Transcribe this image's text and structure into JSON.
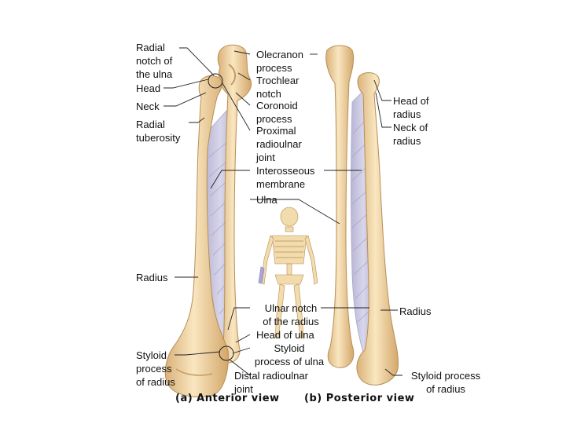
{
  "labels": {
    "radial_notch": "Radial\nnotch of\nthe ulna",
    "head": "Head",
    "neck": "Neck",
    "radial_tuberosity": "Radial\ntuberosity",
    "olecranon": "Olecranon\nprocess",
    "trochlear_notch": "Trochlear\nnotch",
    "coronoid": "Coronoid\nprocess",
    "proximal_ru_joint": "Proximal\nradioulnar\njoint",
    "interosseous": "Interosseous\nmembrane",
    "ulna": "Ulna",
    "head_of_radius": "Head of\nradius",
    "neck_of_radius": "Neck of\nradius",
    "radius_left": "Radius",
    "radius_right": "Radius",
    "ulnar_notch": "Ulnar notch\nof the radius",
    "head_of_ulna": "Head of ulna",
    "styloid_ulna": "Styloid\nprocess of ulna",
    "distal_ru_joint": "Distal radioulnar\njoint",
    "styloid_radius_left": "Styloid\nprocess\nof radius",
    "styloid_radius_right": "Styloid process\nof radius"
  },
  "captions": {
    "anterior": "(a) Anterior view",
    "posterior": "(b) Posterior view"
  },
  "colors": {
    "bone_light": "#f6dfb4",
    "bone_dark": "#d9b27a",
    "membrane": "#c9c6de",
    "leader_line": "#222222"
  }
}
